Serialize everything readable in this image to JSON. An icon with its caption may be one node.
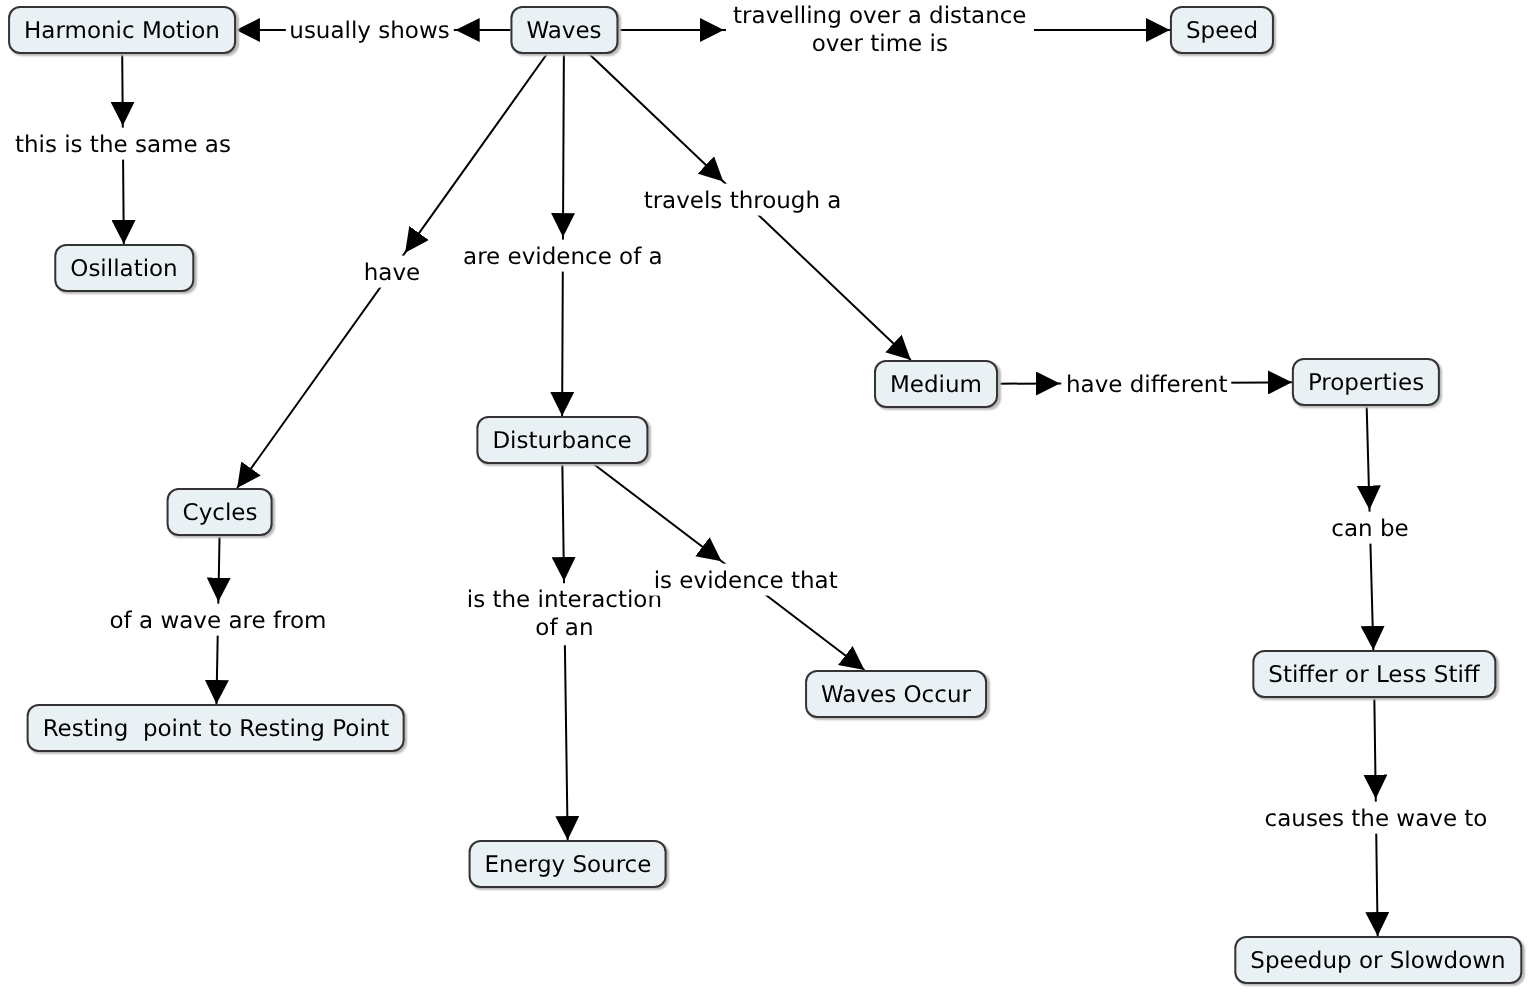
{
  "diagram": {
    "nodes": [
      {
        "text": [
          "Waves"
        ]
      },
      {
        "text": [
          "Harmonic Motion"
        ]
      },
      {
        "text": [
          "Speed"
        ]
      },
      {
        "text": [
          "Osillation"
        ]
      },
      {
        "text": [
          "Cycles"
        ]
      },
      {
        "text": [
          "Disturbance"
        ]
      },
      {
        "text": [
          "Medium"
        ]
      },
      {
        "text": [
          "Properties"
        ]
      },
      {
        "text": [
          "Resting  point to Resting Point"
        ]
      },
      {
        "text": [
          "Energy Source"
        ]
      },
      {
        "text": [
          "Waves Occur"
        ]
      },
      {
        "text": [
          "Stiffer or Less Stiff"
        ]
      },
      {
        "text": [
          "Speedup or Slowdown"
        ]
      }
    ],
    "edges": [
      {
        "from": 0,
        "to": 1,
        "arrow": "to",
        "label": "usually shows"
      },
      {
        "from": 1,
        "to": 3,
        "arrow": "to",
        "label": "this is the same as"
      },
      {
        "from": 0,
        "to": 2,
        "arrow": "to",
        "label": "travelling over a distance over time is"
      },
      {
        "from": 0,
        "to": 4,
        "arrow": "to",
        "label": "have"
      },
      {
        "from": 0,
        "to": 5,
        "arrow": "to",
        "label": "are evidence of a"
      },
      {
        "from": 0,
        "to": 6,
        "arrow": "to",
        "label": "travels through a"
      },
      {
        "from": 6,
        "to": 7,
        "arrow": "to",
        "label": "have different"
      },
      {
        "from": 7,
        "to": 11,
        "arrow": "to",
        "label": "can be"
      },
      {
        "from": 4,
        "to": 8,
        "arrow": "to",
        "label": "of a wave are from"
      },
      {
        "from": 5,
        "to": 9,
        "arrow": "to",
        "label": "is the interaction of an"
      },
      {
        "from": 5,
        "to": 10,
        "arrow": "to",
        "label": "is evidence that"
      },
      {
        "from": 11,
        "to": 12,
        "arrow": "to",
        "label": "causes the wave to"
      }
    ]
  }
}
